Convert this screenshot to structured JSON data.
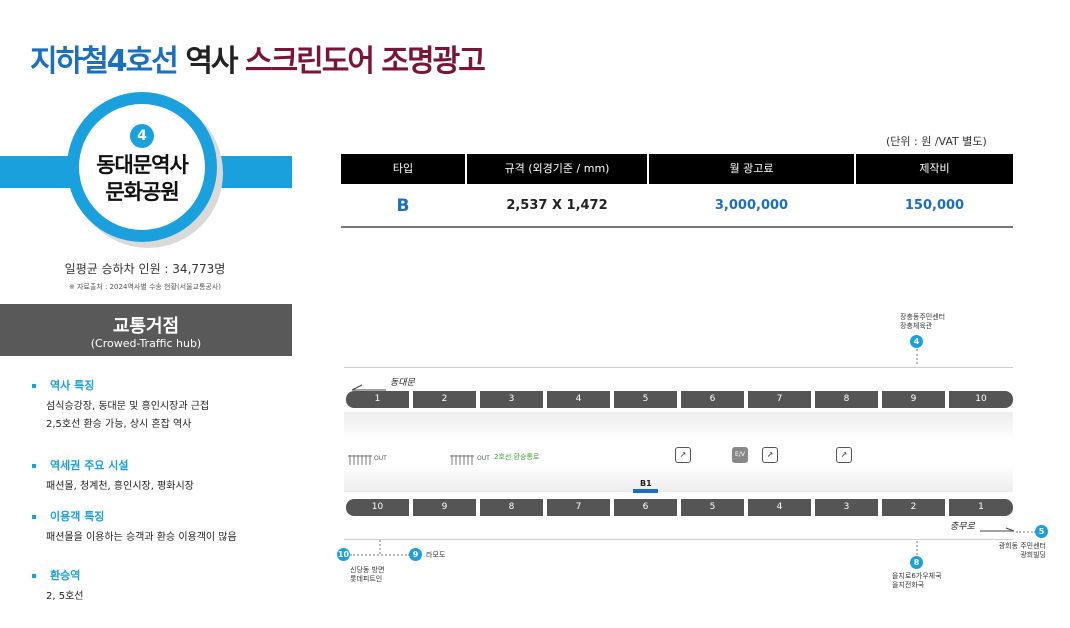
{
  "title": {
    "part1": "지하철4호선",
    "part2": "역사",
    "part3": "스크린도어 조명광고"
  },
  "station": {
    "line": "4",
    "name_line1": "동대문역사",
    "name_line2": "문화공원",
    "riders": "일평균 승하차 인원 : 34,773명",
    "source": "※ 자료출처 : 2024역사별 수송 현황(서울교통공사)",
    "hub_title": "교통거점",
    "hub_sub": "(Crowed-Traffic hub)"
  },
  "sections": [
    {
      "title": "역사 특징",
      "lines": [
        "섬식승강장, 동대문 및 흥인시장과 근접",
        "2,5호선 환승 가능, 상시 혼잡 역사"
      ]
    },
    {
      "title": "역세권 주요 시설",
      "lines": [
        "패션몰, 청계천, 흥인시장, 평화시장"
      ]
    },
    {
      "title": "이용객 특징",
      "lines": [
        "패션몰을 이용하는 승객과 환승 이용객이 많음"
      ]
    },
    {
      "title": "환승역",
      "lines": [
        "2, 5호선"
      ]
    }
  ],
  "pricing": {
    "unit": "(단위 : 원 /VAT 별도)",
    "headers": [
      "타입",
      "규격 (외경기준 / mm)",
      "월 광고료",
      "제작비"
    ],
    "row": [
      "B",
      "2,537 X 1,472",
      "3,000,000",
      "150,000"
    ]
  },
  "map": {
    "direction_top": "동대문",
    "direction_bottom": "충무로",
    "doors_top": [
      "1",
      "2",
      "3",
      "4",
      "5",
      "6",
      "7",
      "8",
      "9",
      "10"
    ],
    "doors_bottom": [
      "10",
      "9",
      "8",
      "7",
      "6",
      "5",
      "4",
      "3",
      "2",
      "1"
    ],
    "out_label": "OUT",
    "transfer_label": "2호선 환승통로",
    "ev_label": "E/V",
    "b1_label": "B1",
    "exits": {
      "e4": {
        "num": "4",
        "label1": "장충동주민센터",
        "label2": "장충체육관"
      },
      "e5": {
        "num": "5",
        "label1": "광희동 주민센터",
        "label2": "광희빌딩"
      },
      "e8": {
        "num": "8",
        "label1": "을지로6가우체국",
        "label2": "을지전화국"
      },
      "e9": {
        "num": "9",
        "label1": "라모도"
      },
      "e10": {
        "num": "10",
        "label1": "신당동 방면",
        "label2": "롯데피트인"
      }
    }
  },
  "colors": {
    "accent": "#1ba0de",
    "title_blue": "#1a6fc1",
    "title_maroon": "#7b1436",
    "hub_gray": "#595959"
  }
}
